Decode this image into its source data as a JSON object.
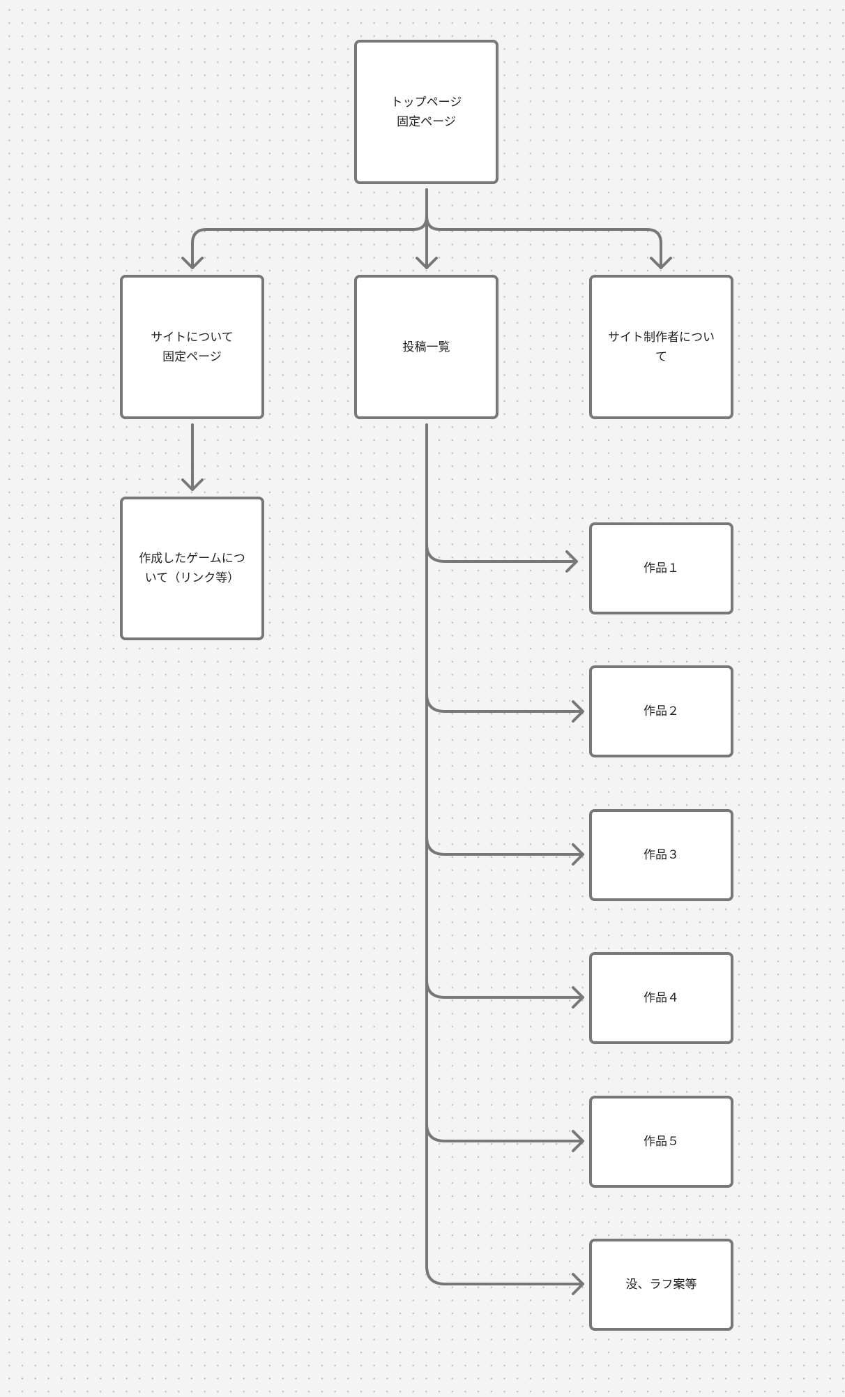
{
  "nodes": {
    "top": "トップページ\n固定ページ",
    "about_site": "サイトについて\n固定ページ",
    "posts": "投稿一覧",
    "about_author": "サイト制作者について",
    "games": "作成したゲームについて（リンク等）",
    "work1": "作品１",
    "work2": "作品２",
    "work3": "作品３",
    "work4": "作品４",
    "work5": "作品５",
    "drafts": "没、ラフ案等"
  },
  "colors": {
    "stroke": "#777777",
    "background": "#f4f4f4",
    "node_fill": "#ffffff"
  }
}
